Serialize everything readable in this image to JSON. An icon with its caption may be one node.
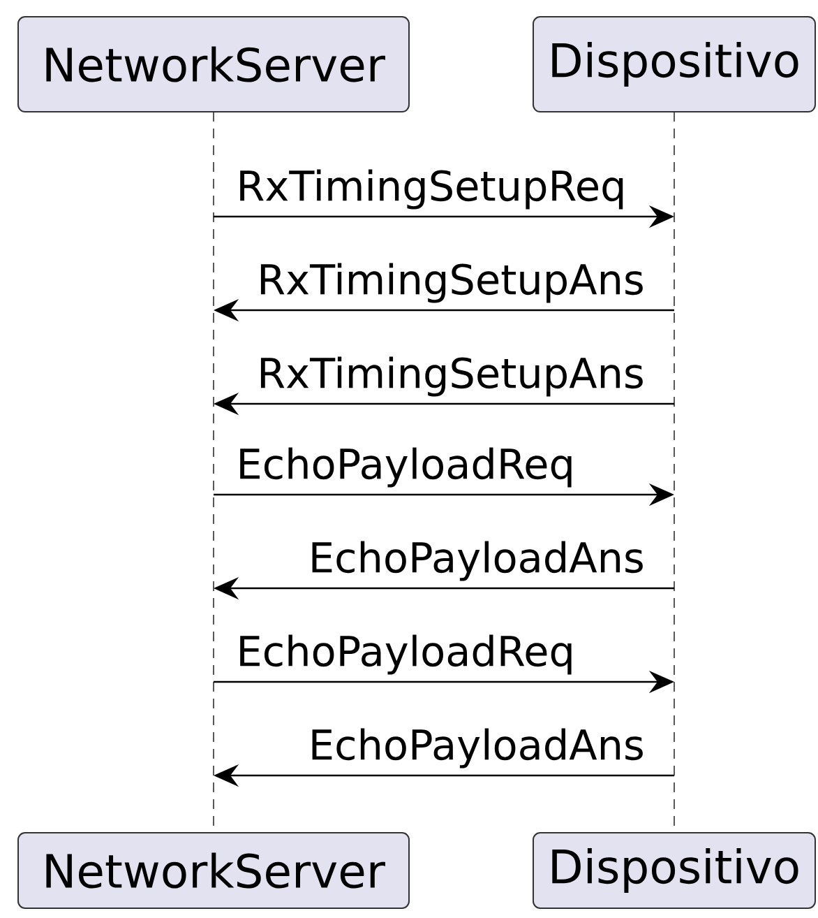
{
  "diagram": {
    "nodes": [
      {
        "text": [
          "NetworkServer"
        ]
      },
      {
        "text": [
          "Dispositivo"
        ]
      },
      {
        "text": [
          "NetworkServer"
        ]
      },
      {
        "text": [
          "Dispositivo"
        ]
      }
    ],
    "edges": [
      {
        "from": 0,
        "to": 1,
        "arrow": "to",
        "label": "RxTimingSetupReq"
      },
      {
        "from": 1,
        "to": 0,
        "arrow": "to",
        "label": "RxTimingSetupAns"
      },
      {
        "from": 1,
        "to": 0,
        "arrow": "to",
        "label": "RxTimingSetupAns"
      },
      {
        "from": 0,
        "to": 1,
        "arrow": "to",
        "label": "EchoPayloadReq"
      },
      {
        "from": 1,
        "to": 0,
        "arrow": "to",
        "label": "EchoPayloadAns"
      },
      {
        "from": 0,
        "to": 1,
        "arrow": "to",
        "label": "EchoPayloadReq"
      },
      {
        "from": 1,
        "to": 0,
        "arrow": "to",
        "label": "EchoPayloadAns"
      }
    ]
  }
}
